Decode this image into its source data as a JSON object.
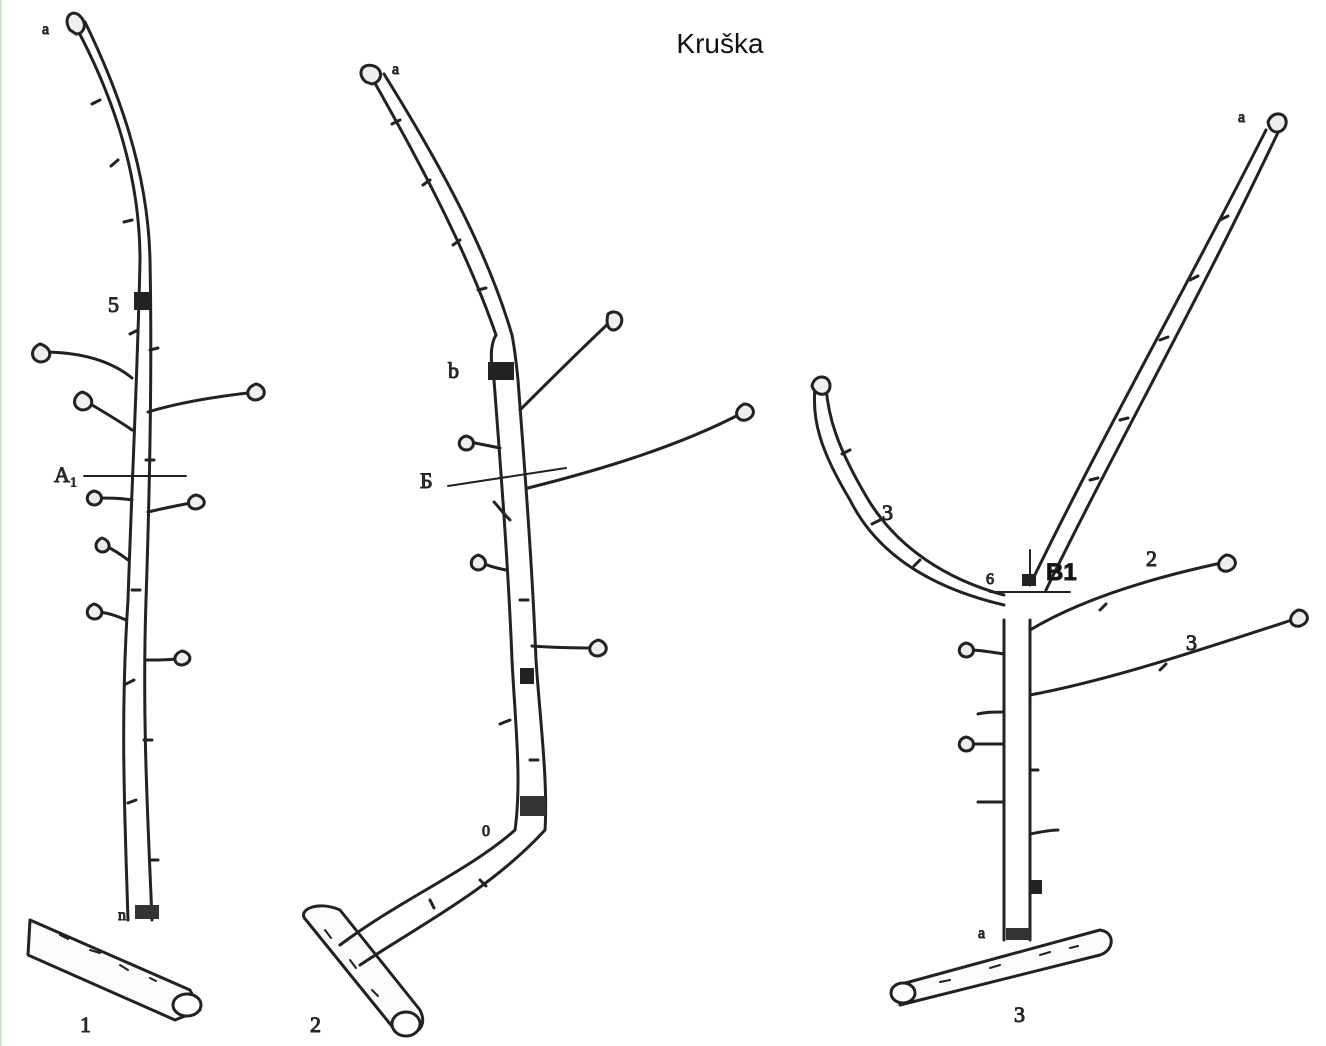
{
  "title": "Kruška",
  "figures": [
    {
      "number": "1",
      "labels": {
        "top": "a",
        "mid": "5",
        "cut": "A₁",
        "base": "n"
      }
    },
    {
      "number": "2",
      "labels": {
        "top": "a",
        "mid": "b",
        "cut": "Б",
        "base": "0"
      }
    },
    {
      "number": "3",
      "labels": {
        "top": "a",
        "branch_left": "3",
        "cut": "B1",
        "node": "6",
        "branch_right_1": "2",
        "branch_right_2": "3",
        "base": "a"
      }
    }
  ]
}
